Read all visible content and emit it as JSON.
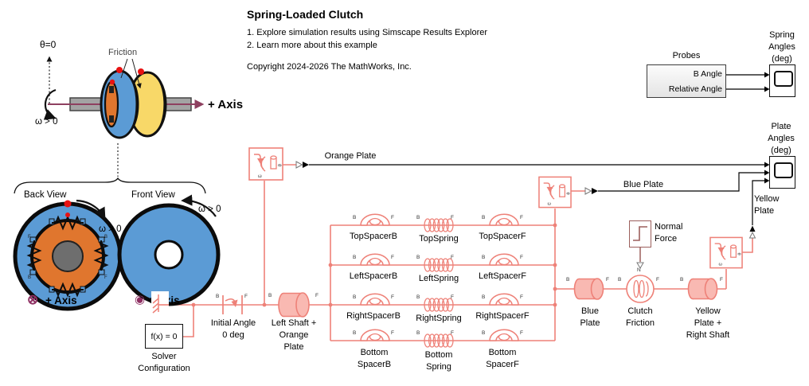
{
  "ports": {
    "b": "B",
    "f": "F",
    "n": "N",
    "theta": "θ",
    "omega": "ω"
  },
  "header": {
    "title": "Spring-Loaded Clutch",
    "step1": "1. Explore simulation results using Simscape Results Explorer",
    "step2": "2. Learn more about this example",
    "copyright": "Copyright 2024-2026 The MathWorks, Inc."
  },
  "illustration": {
    "theta_zero": "θ=0",
    "omega_label": "ω > 0",
    "axis_label": "+ Axis",
    "friction": "Friction",
    "back": {
      "title": "Back View",
      "omega": "ω > 0",
      "symbol": "⊗",
      "axis": "+ Axis"
    },
    "front": {
      "title": "Front View",
      "omega": "ω > 0",
      "symbol": "◉",
      "axis": "+ Axis"
    }
  },
  "probes": {
    "label": "Probes",
    "out1": "B Angle",
    "out2": "Relative Angle"
  },
  "scopes": {
    "spring": "Spring\nAngles\n(deg)",
    "plate": "Plate\nAngles\n(deg)"
  },
  "signals": {
    "orange": "Orange Plate",
    "blue": "Blue Plate",
    "yellow": "Yellow\nPlate"
  },
  "blocks": {
    "solver": {
      "icon": "f(x) = 0",
      "label": "Solver\nConfiguration"
    },
    "initial_angle": {
      "label": "Initial Angle\n0 deg"
    },
    "left_shaft": {
      "label": "Left Shaft +\nOrange\nPlate"
    },
    "blue_plate": {
      "label": "Blue\nPlate"
    },
    "clutch": {
      "label": "Clutch\nFriction"
    },
    "yellow_plate": {
      "label": "Yellow\nPlate +\nRight Shaft"
    },
    "normal_force": {
      "label": "Normal\nForce"
    }
  },
  "grid": {
    "rows": [
      {
        "cells": [
          {
            "label": "TopSpacerB"
          },
          {
            "label": "TopSpring"
          },
          {
            "label": "TopSpacerF"
          }
        ]
      },
      {
        "cells": [
          {
            "label": "LeftSpacerB"
          },
          {
            "label": "LeftSpring"
          },
          {
            "label": "LeftSpacerF"
          }
        ]
      },
      {
        "cells": [
          {
            "label": "RightSpacerB"
          },
          {
            "label": "RightSpring"
          },
          {
            "label": "RightSpacerF"
          }
        ]
      },
      {
        "cells": [
          {
            "label": "Bottom\nSpacerB"
          },
          {
            "label": "Bottom\nSpring"
          },
          {
            "label": "Bottom\nSpacerF"
          }
        ]
      }
    ]
  },
  "colors": {
    "physical_line": "#ee8178",
    "physical_fill": "#f9b9b2",
    "normal_force_outline": "#9c5f5c",
    "axis_maroon": "#8e4060",
    "symbol_maroon": "#8e2f62",
    "plate_blue": "#5b9bd5",
    "plate_orange": "#e0762e",
    "plate_yellow": "#f8d868",
    "signal_black": "#000000"
  }
}
